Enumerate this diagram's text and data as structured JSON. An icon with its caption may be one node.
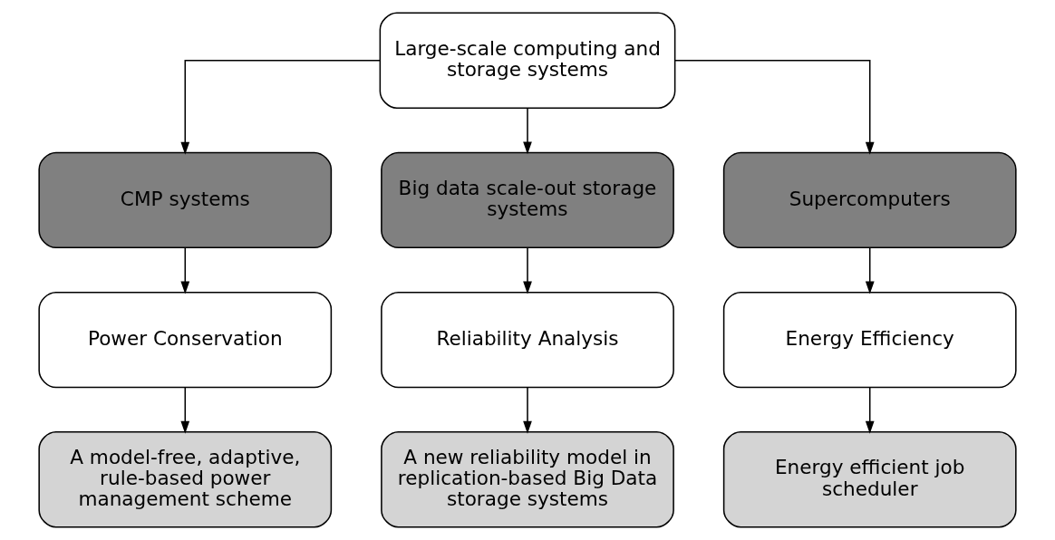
{
  "diagram": {
    "nodes": [
      {
        "text": [
          "Large-scale computing and storage systems"
        ]
      },
      {
        "text": [
          "CMP systems"
        ]
      },
      {
        "text": [
          "Big data scale-out storage systems"
        ]
      },
      {
        "text": [
          "Supercomputers"
        ]
      },
      {
        "text": [
          "Power Conservation"
        ]
      },
      {
        "text": [
          "Reliability Analysis"
        ]
      },
      {
        "text": [
          "Energy Efficiency"
        ]
      },
      {
        "text": [
          "A model-free, adaptive, rule-based power management scheme"
        ]
      },
      {
        "text": [
          "A new reliability model in replication-based Big Data storage systems"
        ]
      },
      {
        "text": [
          "Energy efficient job scheduler"
        ]
      }
    ],
    "edges": [
      {
        "from": 0,
        "to": 1,
        "arrow": "to"
      },
      {
        "from": 0,
        "to": 2,
        "arrow": "to"
      },
      {
        "from": 0,
        "to": 3,
        "arrow": "to"
      },
      {
        "from": 1,
        "to": 4,
        "arrow": "to"
      },
      {
        "from": 2,
        "to": 5,
        "arrow": "to"
      },
      {
        "from": 3,
        "to": 6,
        "arrow": "to"
      },
      {
        "from": 4,
        "to": 7,
        "arrow": "to"
      },
      {
        "from": 5,
        "to": 8,
        "arrow": "to"
      },
      {
        "from": 6,
        "to": 9,
        "arrow": "to"
      }
    ]
  }
}
